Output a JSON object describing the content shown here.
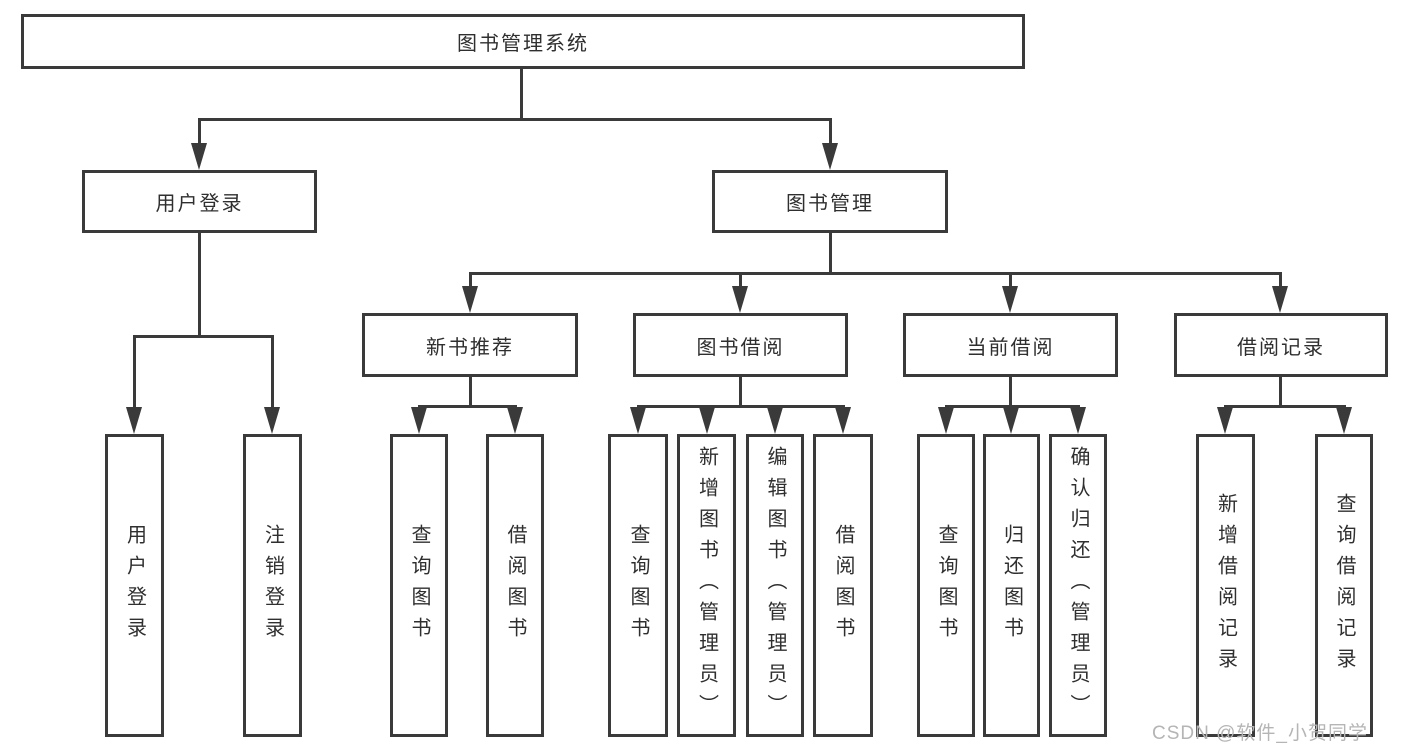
{
  "colors": {
    "line": "#3a3a3a",
    "text": "#2f2f2f",
    "watermark": "#b5b5b5",
    "background": "#ffffff"
  },
  "diagram": {
    "root": {
      "label": "图书管理系统"
    },
    "level1": [
      {
        "label": "用户登录"
      },
      {
        "label": "图书管理"
      }
    ],
    "level2": [
      {
        "label": "新书推荐",
        "parent": "图书管理"
      },
      {
        "label": "图书借阅",
        "parent": "图书管理"
      },
      {
        "label": "当前借阅",
        "parent": "图书管理"
      },
      {
        "label": "借阅记录",
        "parent": "图书管理"
      }
    ],
    "leaves": [
      {
        "label": "用户登录",
        "parent": "用户登录"
      },
      {
        "label": "注销登录",
        "parent": "用户登录"
      },
      {
        "label": "查询图书",
        "parent": "新书推荐"
      },
      {
        "label": "借阅图书",
        "parent": "新书推荐"
      },
      {
        "label": "查询图书",
        "parent": "图书借阅"
      },
      {
        "label": "新增图书（管理员）",
        "parent": "图书借阅"
      },
      {
        "label": "编辑图书（管理员）",
        "parent": "图书借阅"
      },
      {
        "label": "借阅图书",
        "parent": "图书借阅"
      },
      {
        "label": "查询图书",
        "parent": "当前借阅"
      },
      {
        "label": "归还图书",
        "parent": "当前借阅"
      },
      {
        "label": "确认归还（管理员）",
        "parent": "当前借阅"
      },
      {
        "label": "新增借阅记录",
        "parent": "借阅记录"
      },
      {
        "label": "查询借阅记录",
        "parent": "借阅记录"
      }
    ]
  },
  "watermark": {
    "text": "CSDN @软件_小贺同学"
  }
}
